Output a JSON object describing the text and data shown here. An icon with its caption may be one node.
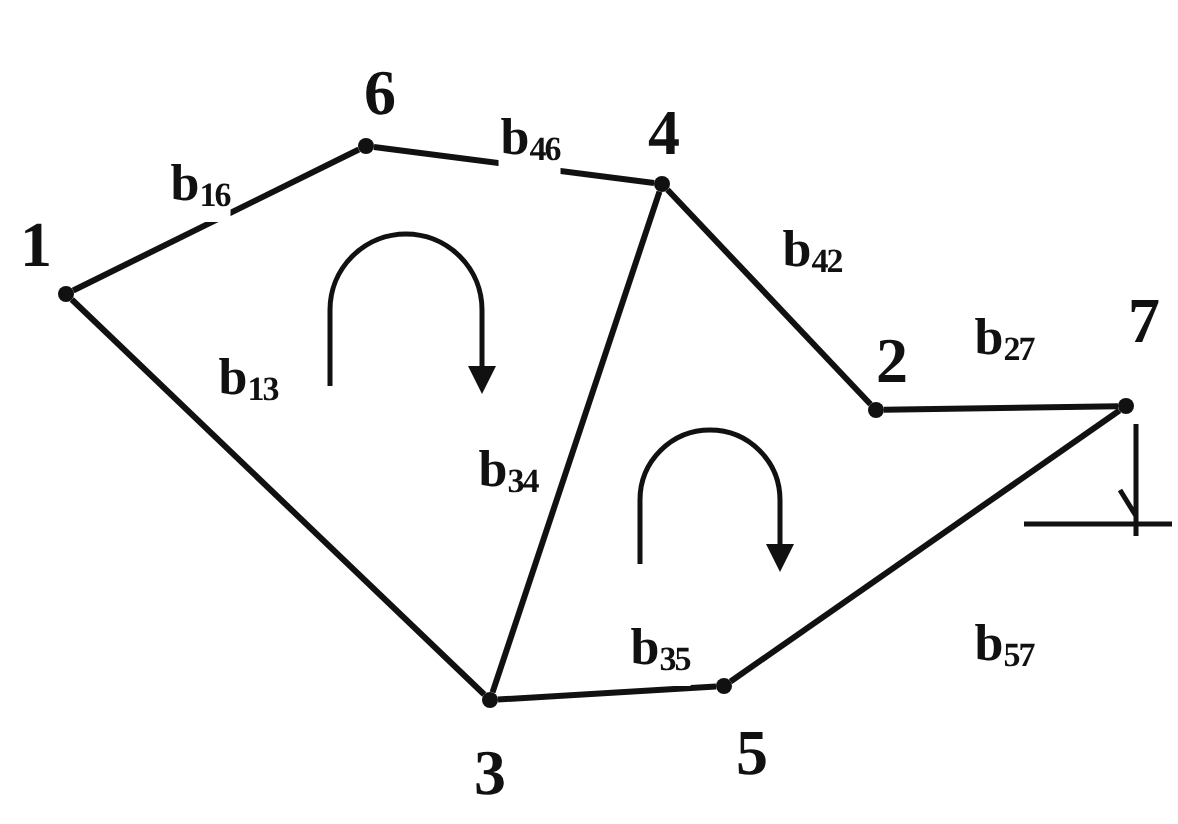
{
  "diagram": {
    "nodes": [
      {
        "text": [
          "1"
        ]
      },
      {
        "text": [
          "6"
        ]
      },
      {
        "text": [
          "4"
        ]
      },
      {
        "text": [
          "2"
        ]
      },
      {
        "text": [
          "7"
        ]
      },
      {
        "text": [
          "3"
        ]
      },
      {
        "text": [
          "5"
        ]
      }
    ],
    "edges": [
      {
        "from": 0,
        "to": 1,
        "arrow": "none",
        "label": "b$_{16}$"
      },
      {
        "from": 1,
        "to": 2,
        "arrow": "none",
        "label": "b$_{46}$"
      },
      {
        "from": 2,
        "to": 3,
        "arrow": "none",
        "label": "b$_{42}$"
      },
      {
        "from": 3,
        "to": 4,
        "arrow": "none",
        "label": "b$_{27}$"
      },
      {
        "from": 0,
        "to": 5,
        "arrow": "none",
        "label": "b$_{13}$"
      },
      {
        "from": 2,
        "to": 5,
        "arrow": "none",
        "label": "b$_{34}$"
      },
      {
        "from": 5,
        "to": 6,
        "arrow": "none",
        "label": "b$_{35}$"
      },
      {
        "from": 6,
        "to": 4,
        "arrow": "none",
        "label": "b$_{57}$"
      }
    ]
  }
}
